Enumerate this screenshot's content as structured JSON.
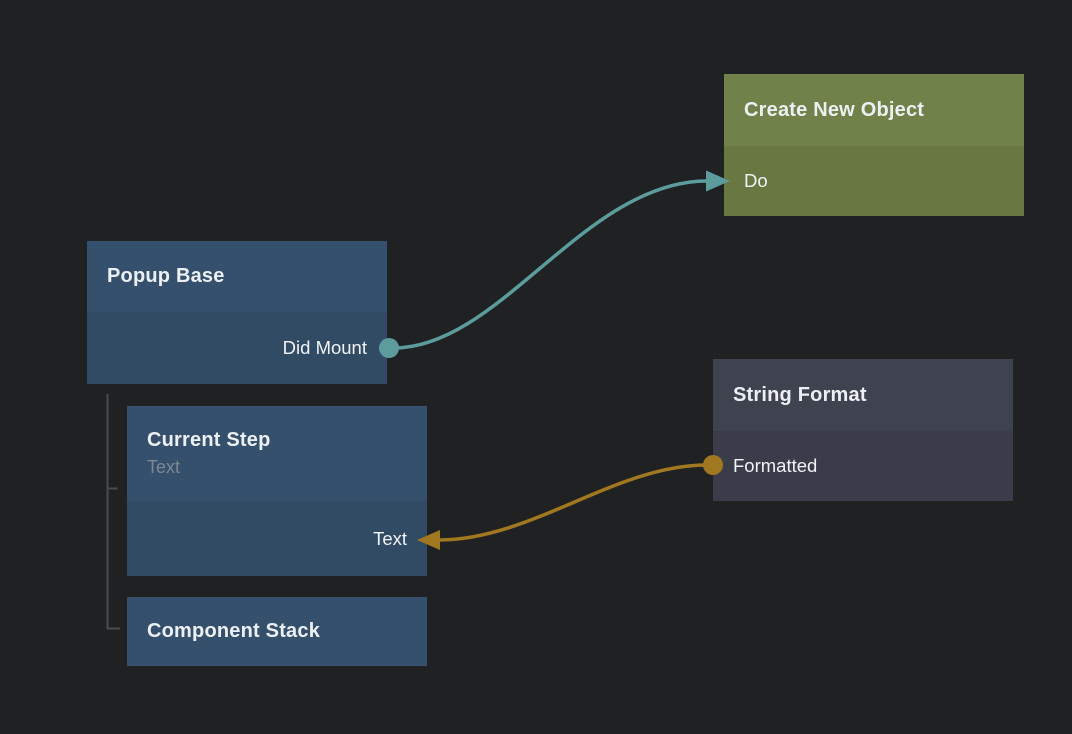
{
  "app": {
    "name": "Visual scripting node graph"
  },
  "colors": {
    "background": "#202123",
    "blue_node_header": "#35506C",
    "blue_node_body": "#324B65",
    "green_node_header": "#708149",
    "green_node_body": "#697842",
    "gray_node_header": "#3F4350",
    "gray_node_body": "#3A3D49",
    "signal_connection": "#5C9C9C",
    "data_connection": "#A1781F",
    "hierarchy_line": "#4A4B4E",
    "title_text": "#EDF0F2",
    "port_text": "#F0F2F4",
    "subtitle_text": "#7D8894"
  },
  "nodes": {
    "popup_base": {
      "title": "Popup Base",
      "port_did_mount": "Did Mount"
    },
    "create_new_object": {
      "title": "Create New Object",
      "port_do": "Do"
    },
    "current_step": {
      "title": "Current Step",
      "subtitle": "Text",
      "port_text": "Text"
    },
    "component_stack": {
      "title": "Component Stack"
    },
    "string_format": {
      "title": "String Format",
      "port_formatted": "Formatted"
    }
  },
  "connections": [
    {
      "from_node": "Popup Base",
      "from_port": "Did Mount",
      "to_node": "Create New Object",
      "to_port": "Do",
      "color": "#5C9C9C"
    },
    {
      "from_node": "String Format",
      "from_port": "Formatted",
      "to_node": "Current Step",
      "to_port": "Text",
      "color": "#A1781F"
    }
  ],
  "hierarchy": [
    {
      "parent": "Popup Base",
      "children": [
        "Current Step",
        "Component Stack"
      ]
    }
  ]
}
